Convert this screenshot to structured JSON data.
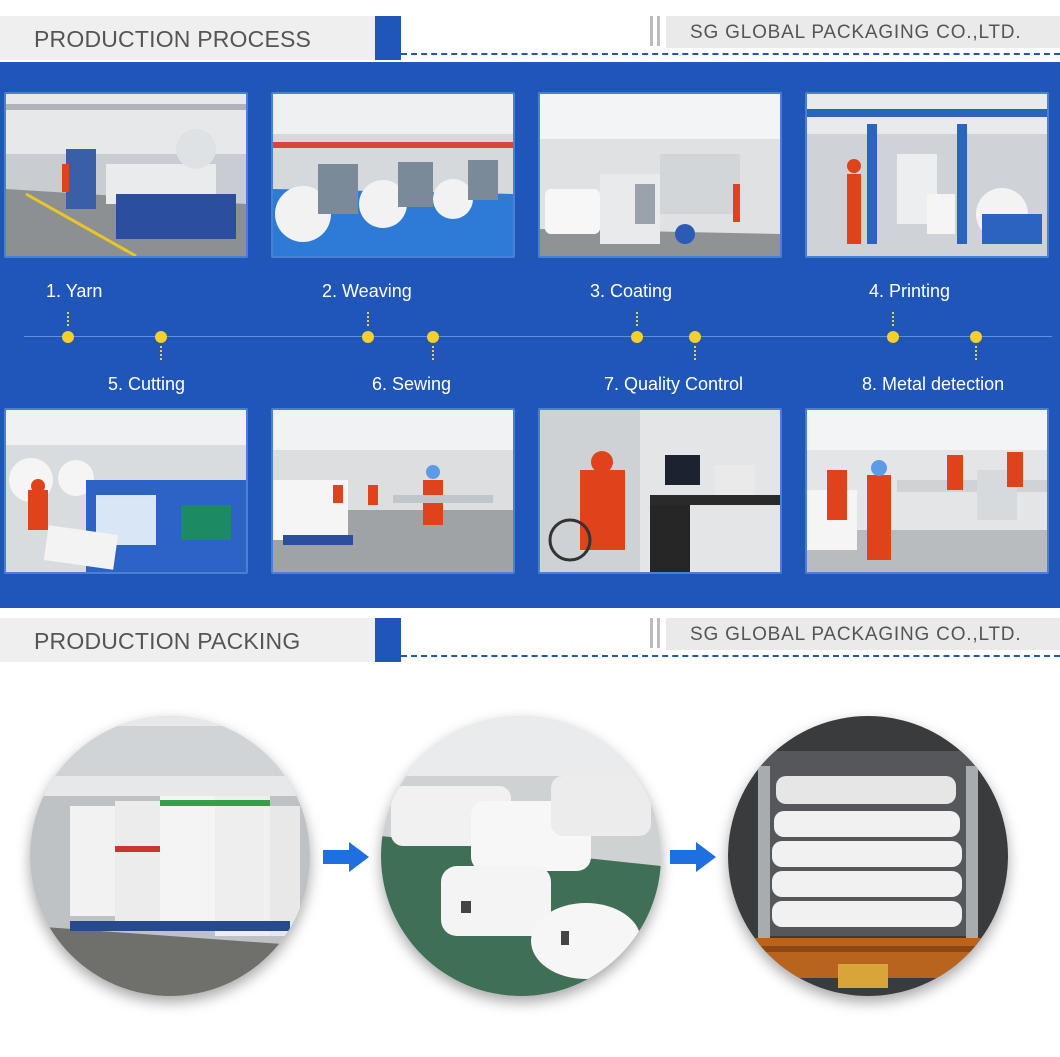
{
  "process_header": {
    "title": "PRODUCTION PROCESS",
    "company": "SG GLOBAL PACKAGING CO.,LTD."
  },
  "packing_header": {
    "title": "PRODUCTION PACKING",
    "company": "SG GLOBAL PACKAGING CO.,LTD."
  },
  "steps": [
    {
      "label": "1. Yarn",
      "photo": "yarn-extrusion-line-photo"
    },
    {
      "label": "2. Weaving",
      "photo": "circular-looms-photo"
    },
    {
      "label": "3. Coating",
      "photo": "coating-machine-photo"
    },
    {
      "label": "4. Printing",
      "photo": "printing-press-photo"
    },
    {
      "label": "5. Cutting",
      "photo": "cutting-machine-photo"
    },
    {
      "label": "6. Sewing",
      "photo": "sewing-workshop-photo"
    },
    {
      "label": "7. Quality Control",
      "photo": "quality-control-lab-photo"
    },
    {
      "label": "8. Metal detection",
      "photo": "metal-detector-photo"
    }
  ],
  "packing_photos": [
    "stacked-bag-bales-photo",
    "packed-bales-warehouse-photo",
    "container-loading-photo"
  ],
  "colors": {
    "brand_blue": "#1f56b8",
    "timeline_dot": "#f4cf2e",
    "arrow": "#1e6fe0",
    "worker_orange": "#e0421b"
  }
}
